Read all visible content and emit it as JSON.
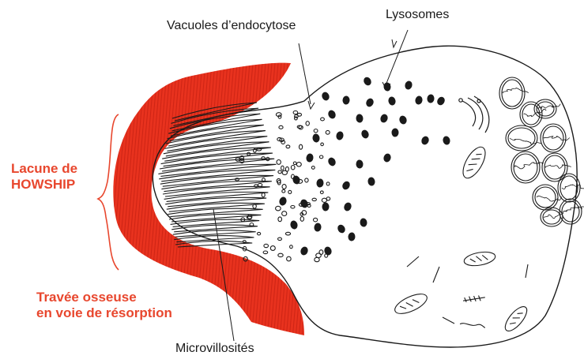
{
  "labels": {
    "vacuoles": "Vacuoles d’endocytose",
    "lysosomes": "Lysosomes",
    "lacune_line1": "Lacune de",
    "lacune_line2": "HOWSHIP",
    "travee_line1": "Travée osseuse",
    "travee_line2": "en voie de résorption",
    "microvillosites": "Microvillosités"
  },
  "colors": {
    "bone": "#e8321e",
    "bone_dark": "#b91c10",
    "label_red": "#e8472e",
    "ink": "#1a1a1a"
  }
}
